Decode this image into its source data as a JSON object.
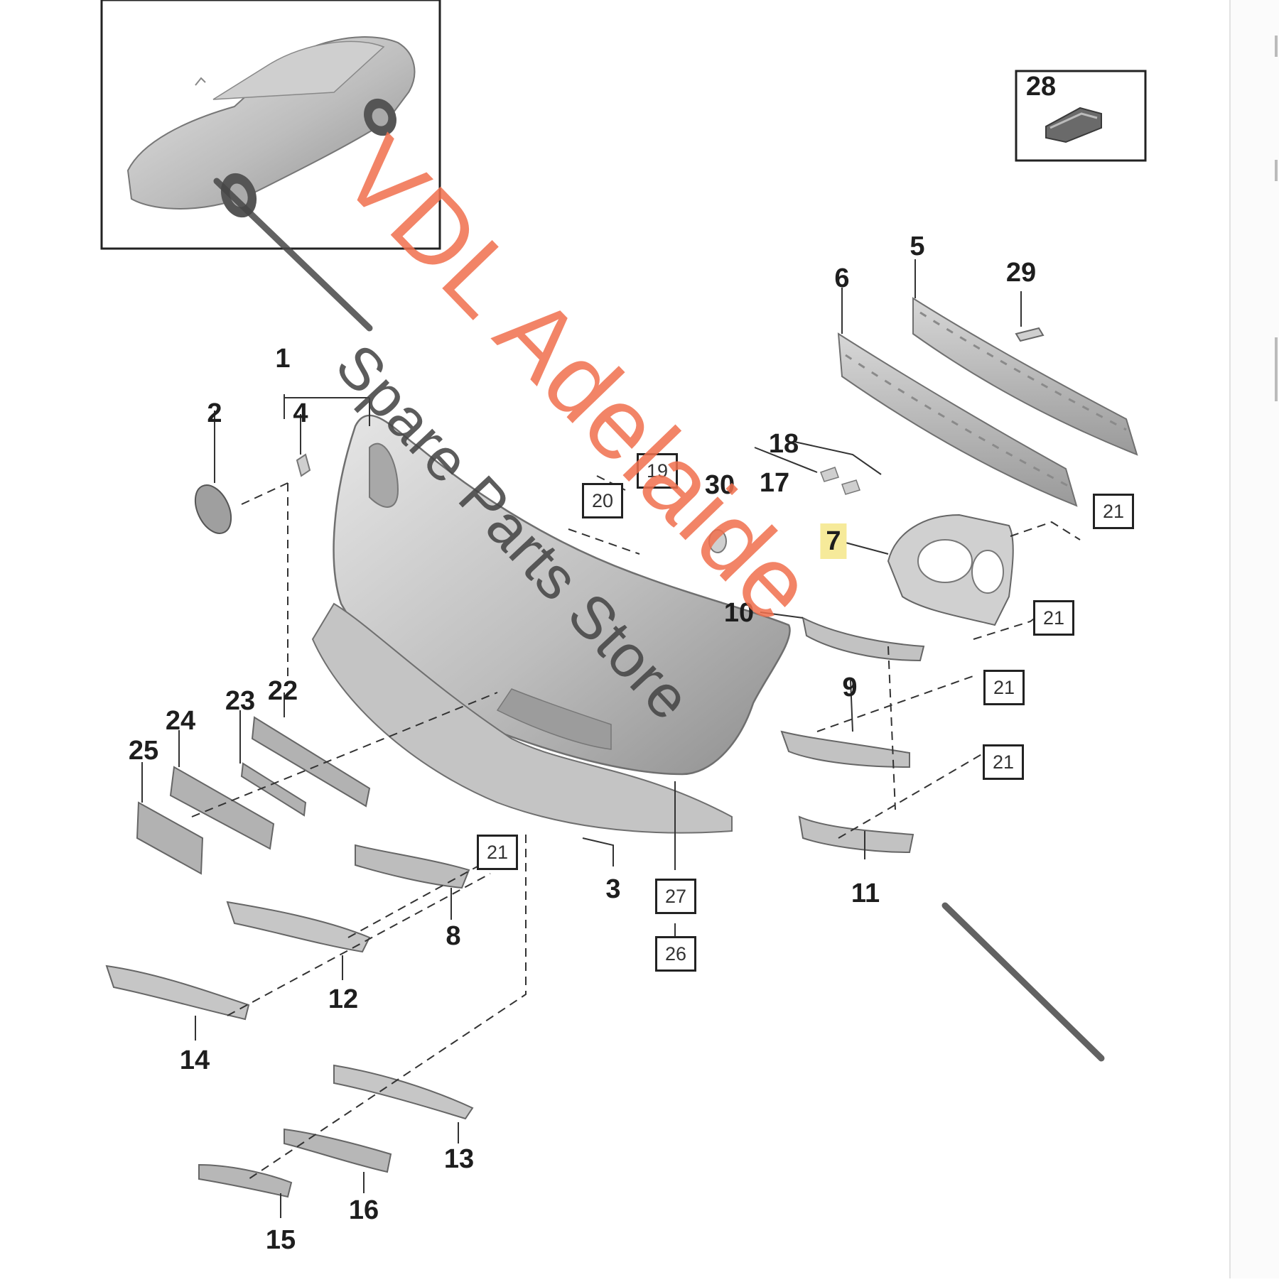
{
  "watermark": {
    "brand": "VDL Adelaide",
    "subtitle": "Spare Parts Store"
  },
  "labels": [
    {
      "id": "1",
      "text": "1",
      "boxed": false
    },
    {
      "id": "2",
      "text": "2",
      "boxed": false
    },
    {
      "id": "3",
      "text": "3",
      "boxed": false
    },
    {
      "id": "4",
      "text": "4",
      "boxed": false
    },
    {
      "id": "5",
      "text": "5",
      "boxed": false
    },
    {
      "id": "6",
      "text": "6",
      "boxed": false
    },
    {
      "id": "7",
      "text": "7",
      "boxed": false,
      "highlighted": true
    },
    {
      "id": "8",
      "text": "8",
      "boxed": false
    },
    {
      "id": "9",
      "text": "9",
      "boxed": false
    },
    {
      "id": "10",
      "text": "10",
      "boxed": false
    },
    {
      "id": "11",
      "text": "11",
      "boxed": false
    },
    {
      "id": "12",
      "text": "12",
      "boxed": false
    },
    {
      "id": "13",
      "text": "13",
      "boxed": false
    },
    {
      "id": "14",
      "text": "14",
      "boxed": false
    },
    {
      "id": "15",
      "text": "15",
      "boxed": false
    },
    {
      "id": "16",
      "text": "16",
      "boxed": false
    },
    {
      "id": "17",
      "text": "17",
      "boxed": false
    },
    {
      "id": "18",
      "text": "18",
      "boxed": false
    },
    {
      "id": "19",
      "text": "19",
      "boxed": true
    },
    {
      "id": "20",
      "text": "20",
      "boxed": true
    },
    {
      "id": "21a",
      "text": "21",
      "boxed": true
    },
    {
      "id": "21b",
      "text": "21",
      "boxed": true
    },
    {
      "id": "21c",
      "text": "21",
      "boxed": true
    },
    {
      "id": "21d",
      "text": "21",
      "boxed": true
    },
    {
      "id": "21e",
      "text": "21",
      "boxed": true
    },
    {
      "id": "22",
      "text": "22",
      "boxed": false
    },
    {
      "id": "23",
      "text": "23",
      "boxed": false
    },
    {
      "id": "24",
      "text": "24",
      "boxed": false
    },
    {
      "id": "25",
      "text": "25",
      "boxed": false
    },
    {
      "id": "26",
      "text": "26",
      "boxed": true
    },
    {
      "id": "27",
      "text": "27",
      "boxed": true
    },
    {
      "id": "28",
      "text": "28",
      "boxed": false
    },
    {
      "id": "29",
      "text": "29",
      "boxed": false
    },
    {
      "id": "30",
      "text": "30",
      "boxed": false
    }
  ],
  "colors": {
    "part_fill": "#c9c9c9",
    "part_stroke": "#6c6c6c",
    "watermark_orange": "#f0704e",
    "watermark_gray": "#464646",
    "highlight": "#f6ea9a"
  }
}
